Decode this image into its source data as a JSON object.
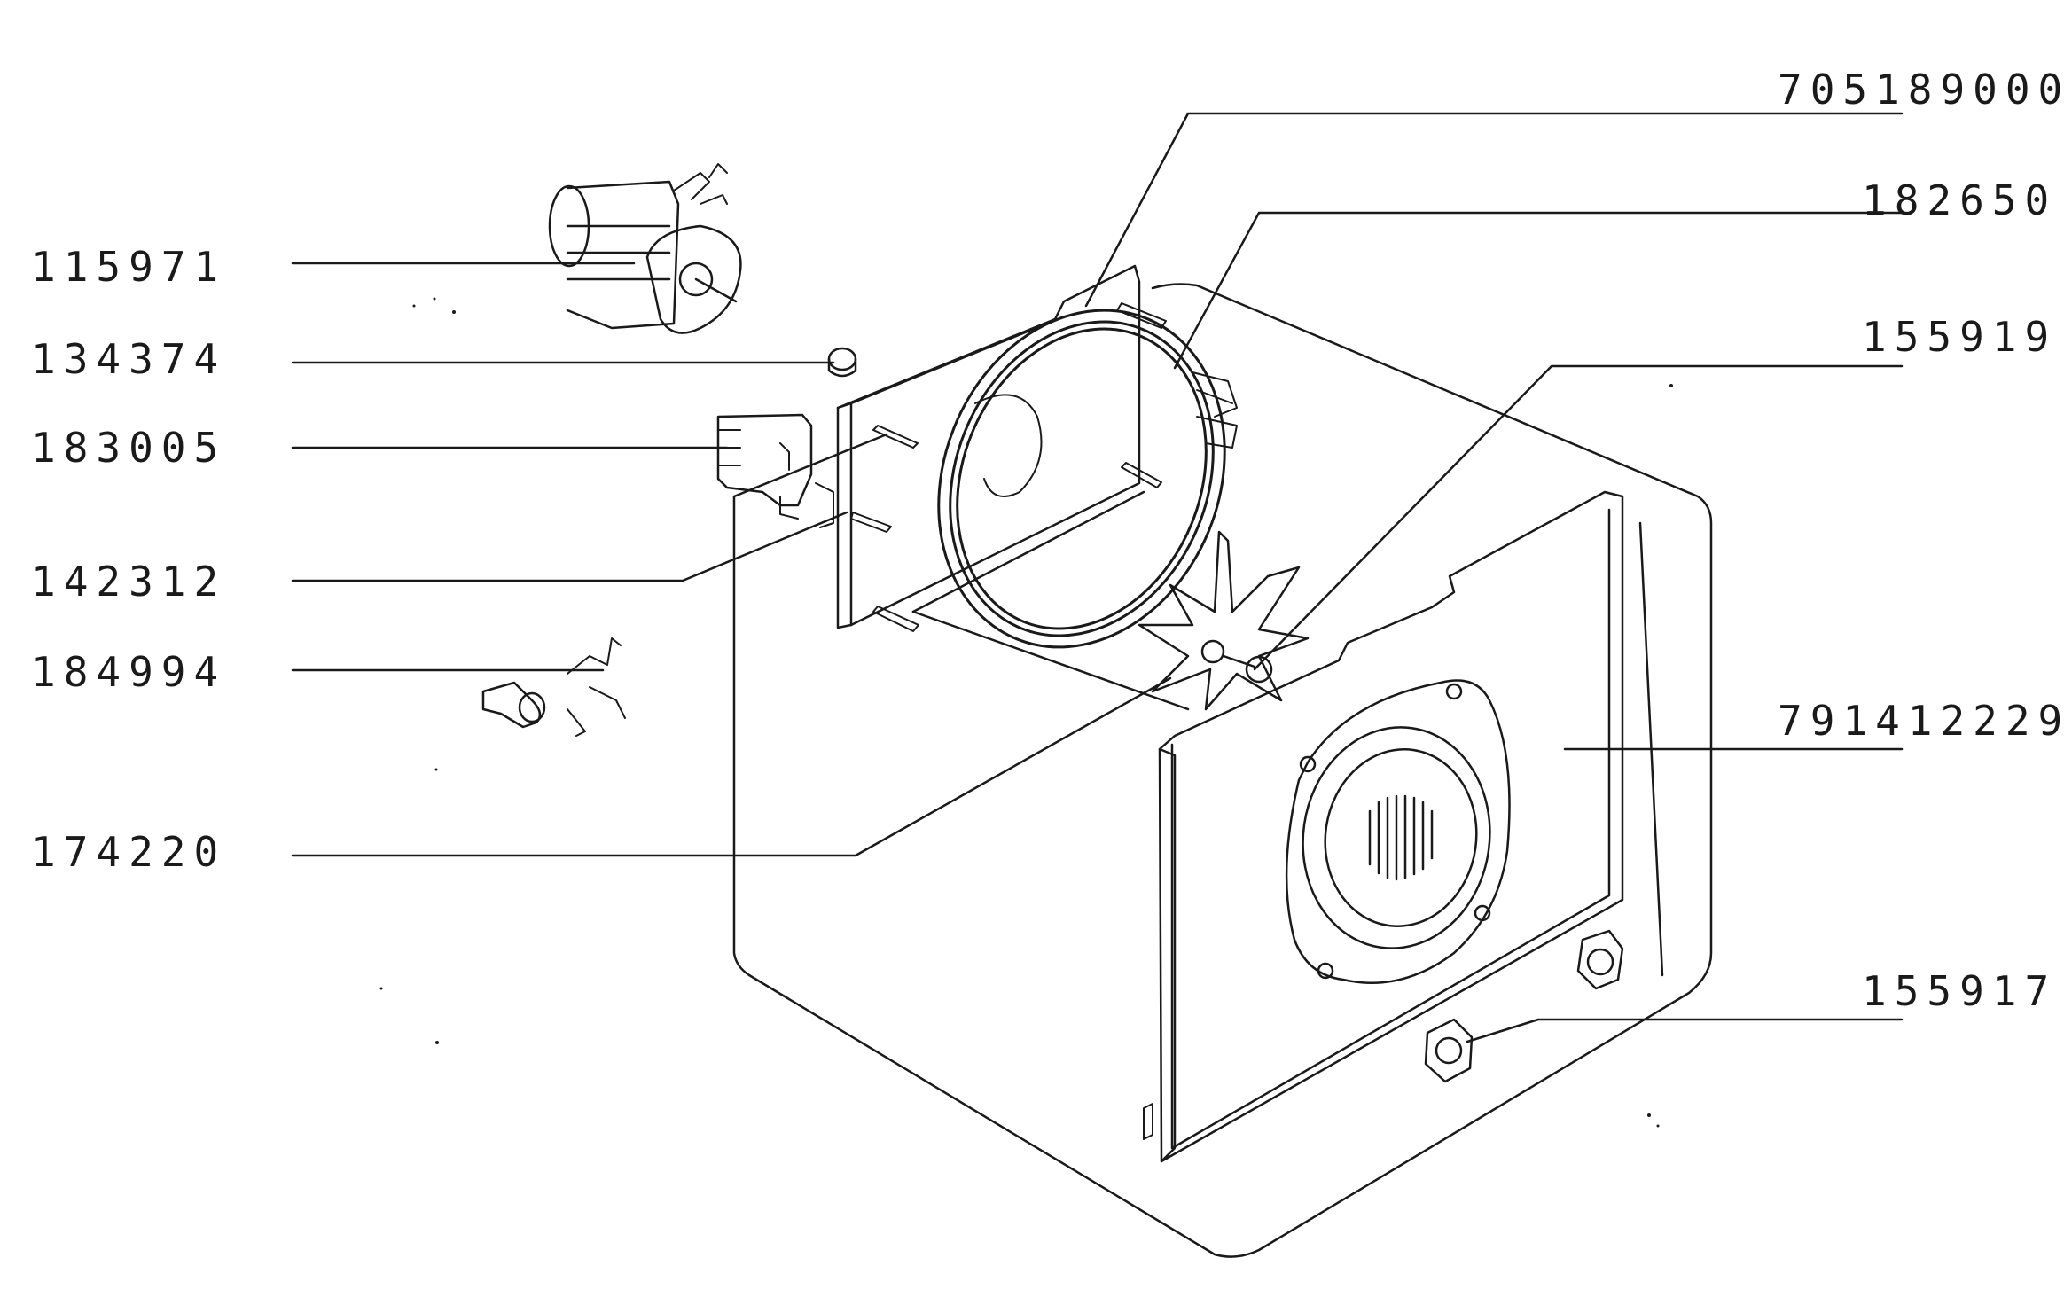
{
  "diagram": {
    "left_labels": {
      "p115971": "115971",
      "p134374": "134374",
      "p183005": "183005",
      "p142312": "142312",
      "p184994": "184994",
      "p174220": "174220"
    },
    "right_labels": {
      "p705189000": "705189000",
      "p182650": "182650",
      "p155919": "155919",
      "p791412229": "791412229",
      "p155917": "155917"
    },
    "colors": {
      "ink": "#1a1a1a",
      "background": "#ffffff"
    }
  }
}
